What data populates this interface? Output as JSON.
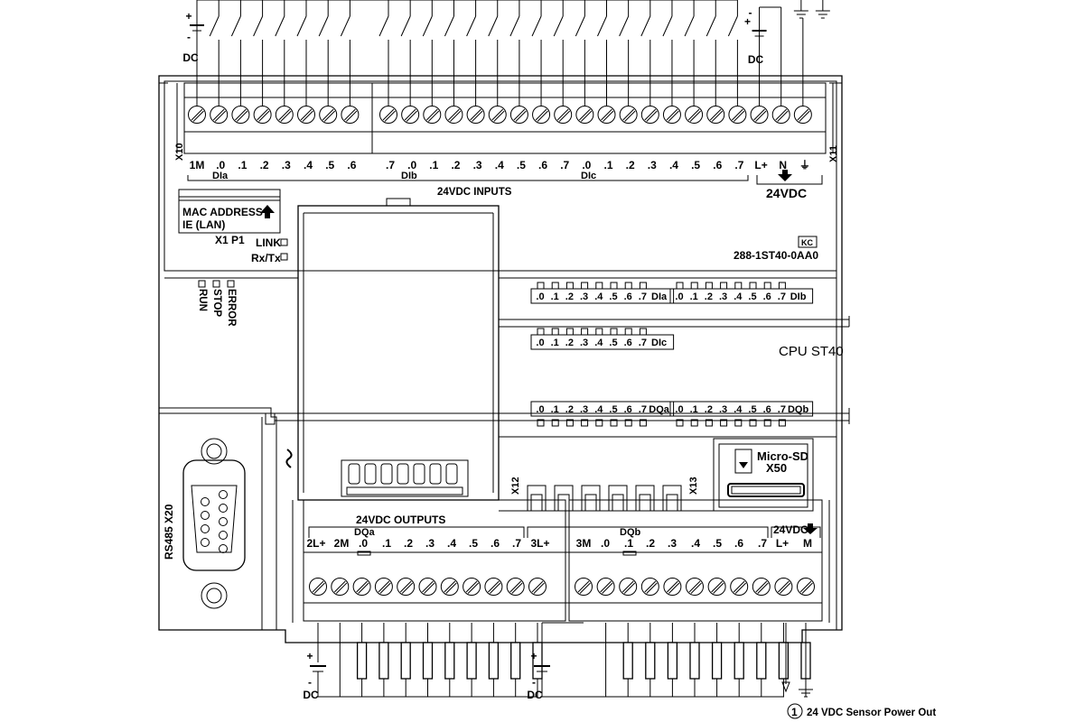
{
  "power": {
    "plus": "+",
    "minus": "-",
    "dc": "DC"
  },
  "top_terminal": {
    "left_labels": [
      "1M",
      ".0",
      ".1",
      ".2",
      ".3",
      ".4",
      ".5",
      ".6"
    ],
    "right_labels": [
      ".7",
      ".0",
      ".1",
      ".2",
      ".3",
      ".4",
      ".5",
      ".6",
      ".7",
      ".0",
      ".1",
      ".2",
      ".3",
      ".4",
      ".5",
      ".6",
      ".7"
    ],
    "power_labels": [
      "L+",
      "N",
      "⏚"
    ],
    "x10": "X10",
    "x11": "X11",
    "group_dia": "DIa",
    "group_dib": "DIb",
    "group_dic": "DIc",
    "inputs_label": "24VDC INPUTS",
    "supply_label": "24VDC"
  },
  "left_panel": {
    "mac_address": "MAC ADDRESS",
    "ie_lan": "IE (LAN)",
    "x1p1": "X1 P1",
    "link": "LINK",
    "rxtx": "Rx/Tx",
    "run": "RUN",
    "stop": "STOP",
    "error": "ERROR"
  },
  "model": {
    "part_number": "288-1ST40-0AA0",
    "cpu": "CPU ST40"
  },
  "led_rows": {
    "dia": [
      ".0",
      ".1",
      ".2",
      ".3",
      ".4",
      ".5",
      ".6",
      ".7",
      "DIa"
    ],
    "dib": [
      ".0",
      ".1",
      ".2",
      ".3",
      ".4",
      ".5",
      ".6",
      ".7",
      "DIb"
    ],
    "dic": [
      ".0",
      ".1",
      ".2",
      ".3",
      ".4",
      ".5",
      ".6",
      ".7",
      "DIc"
    ],
    "dqa": [
      ".0",
      ".1",
      ".2",
      ".3",
      ".4",
      ".5",
      ".6",
      ".7",
      "DQa"
    ],
    "dqb": [
      ".0",
      ".1",
      ".2",
      ".3",
      ".4",
      ".5",
      ".6",
      ".7",
      "DQb"
    ]
  },
  "connectors": {
    "x12": "X12",
    "x13": "X13",
    "x20": "RS485 X20",
    "micro_sd": "Micro-SD",
    "x50": "X50"
  },
  "bottom_terminal": {
    "outputs_label": "24VDC OUTPUTS",
    "dqa_group": "DQa",
    "dqb_group": "DQb",
    "supply_label": "24VDC",
    "dqa_labels": [
      "2L+",
      "2M",
      ".0",
      ".1",
      ".2",
      ".3",
      ".4",
      ".5",
      ".6",
      ".7"
    ],
    "dqb_labels": [
      "3L+",
      "3M",
      ".0",
      ".1",
      ".2",
      ".3",
      ".4",
      ".5",
      ".6",
      ".7"
    ],
    "power_labels": [
      "L+",
      "M"
    ]
  },
  "footnote": {
    "number": "1",
    "text": "24 VDC Sensor Power Out"
  }
}
